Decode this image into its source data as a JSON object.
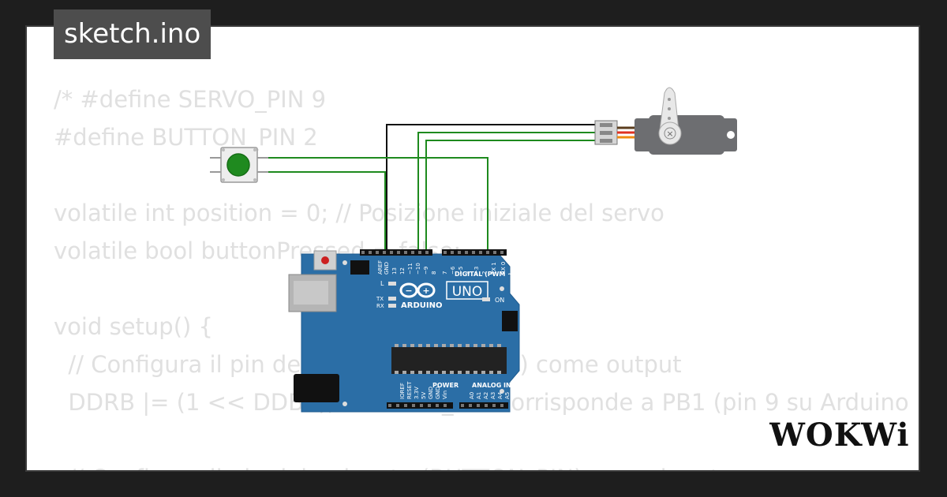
{
  "title_tag": "sketch.ino",
  "code_lines": [
    "/* #define SERVO_PIN 9",
    "#define BUTTON_PIN 2",
    "",
    "volatile int position = 0; // Posizione iniziale del servo",
    "volatile bool buttonPressed = false;",
    "",
    "void setup() {",
    "  // Configura il pin del servo (SERVO_PIN) come output",
    "  DDRB |= (1 << DDB1); // SERVO_PIN corrisponde a PB1 (pin 9 su Arduino",
    "",
    "  // Configura il pin del pulsante (BUTTON_PIN) come input"
  ],
  "arduino": {
    "board_name": "UNO",
    "brand": "ARDUINO",
    "digital_label": "DIGITAL (PWM ~)",
    "analog_label": "ANALOG IN",
    "power_label": "POWER",
    "on_label": "ON",
    "l_label": "L",
    "tx_label": "TX",
    "rx_label": "RX",
    "top_pins": [
      "AREF",
      "GND",
      "13",
      "12",
      "~11",
      "~10",
      "~9",
      "8",
      "7",
      "~6",
      "~5",
      "4",
      "~3",
      "2",
      "TX 1",
      "RX 0"
    ],
    "power_pins": [
      "IOREF",
      "RESET",
      "3.3V",
      "5V",
      "GND",
      "GND",
      "Vin"
    ],
    "analog_pins": [
      "A0",
      "A1",
      "A2",
      "A3",
      "A4",
      "A5"
    ],
    "color": "#2b6ea6"
  },
  "colors": {
    "background": "#1e1e1e",
    "card": "#ffffff",
    "code_text": "#e0e0e0",
    "wire_green": "#1e8a1e",
    "wire_black": "#111111",
    "button_cap": "#1f8a1f",
    "servo_body": "#6d6e71"
  },
  "logo_text": "WOKWi"
}
